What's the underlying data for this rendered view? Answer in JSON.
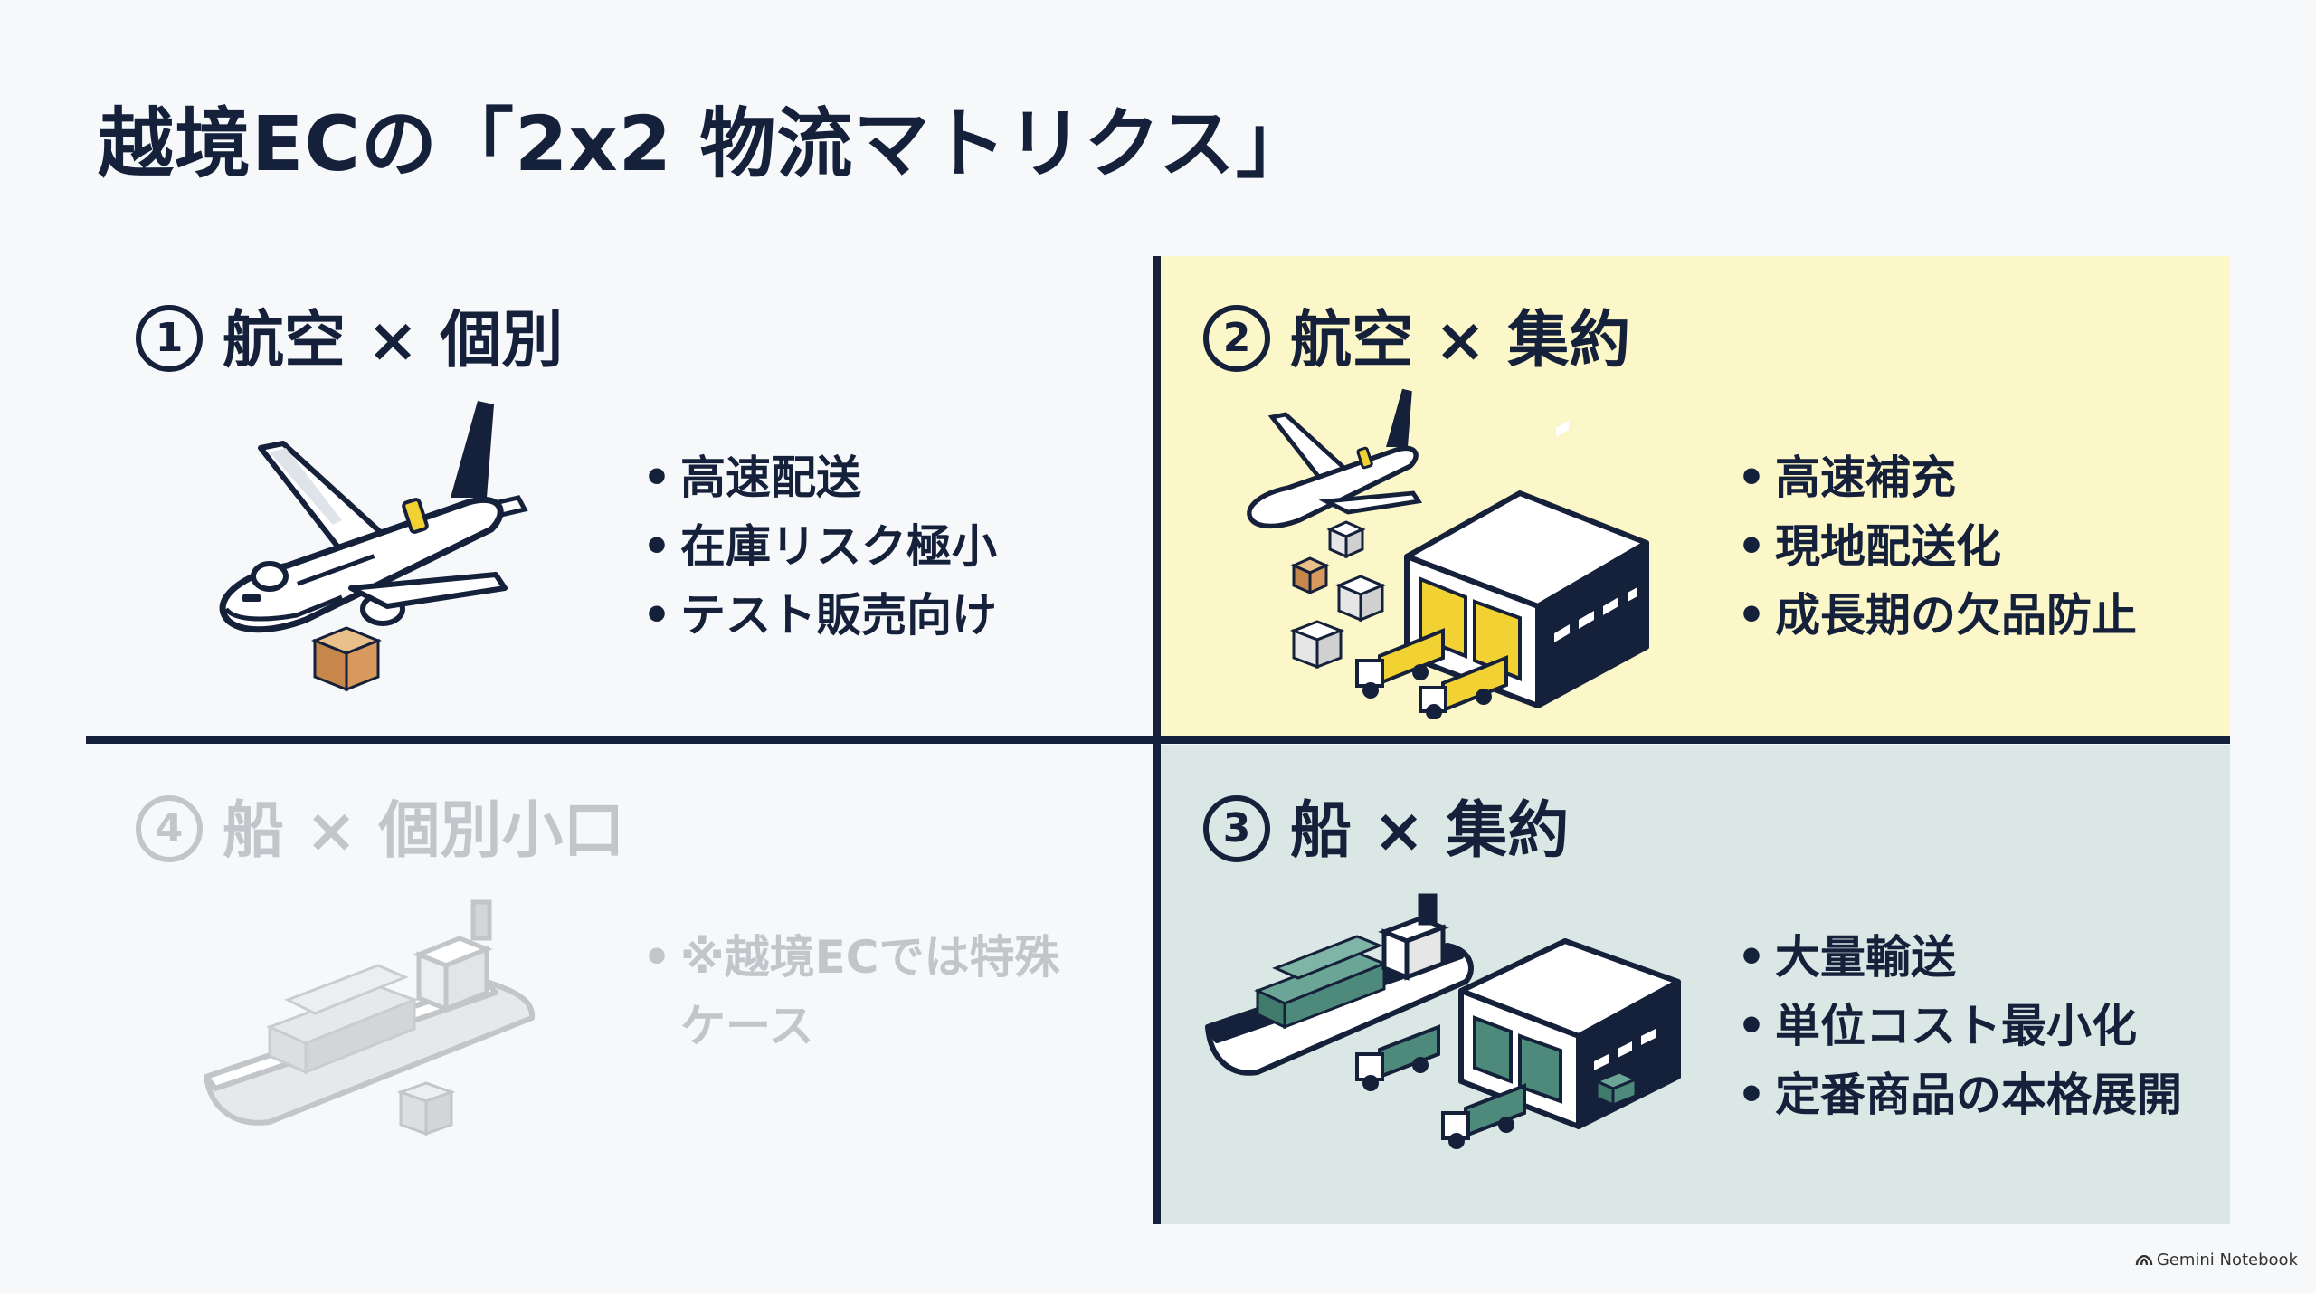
{
  "title": "越境ECの「2x2 物流マトリクス」",
  "quadrants": {
    "q1": {
      "num": "1",
      "label": "航空 × 個別",
      "bullets": [
        "高速配送",
        "在庫リスク極小",
        "テスト販売向け"
      ]
    },
    "q2": {
      "num": "2",
      "label": "航空 × 集約",
      "bullets": [
        "高速補充",
        "現地配送化",
        "成長期の欠品防止"
      ]
    },
    "q3": {
      "num": "3",
      "label": "船 × 集約",
      "bullets": [
        "大量輸送",
        "単位コスト最小化",
        "定番商品の本格展開"
      ]
    },
    "q4": {
      "num": "4",
      "label": "船 × 個別小口",
      "bullets": [
        "※越境ECでは特殊",
        "ケース"
      ]
    }
  },
  "brand": "Gemini Notebook",
  "colors": {
    "navy": "#15203a",
    "yellow_bg": "#fbf7c8",
    "teal_bg": "#dbe7e4",
    "accent_yellow": "#f2d232",
    "cargo_green": "#4d8a7c",
    "muted": "#c2c5c9"
  }
}
